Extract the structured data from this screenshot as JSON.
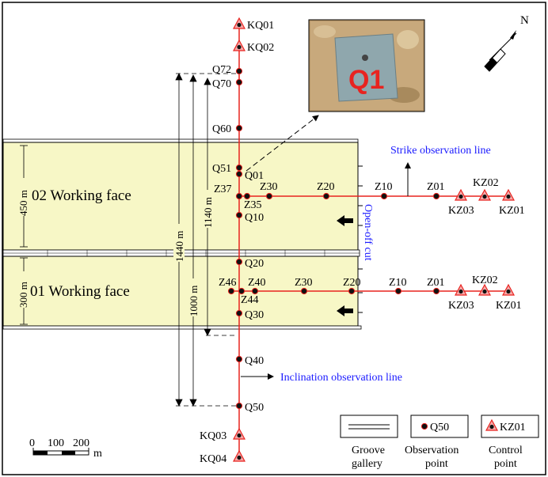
{
  "north_label": "N",
  "faces": {
    "face02": "02 Working face",
    "face01": "01 Working face"
  },
  "dimensions": {
    "d450": "450 m",
    "d300": "300 m",
    "d1440": "1440 m",
    "d1140": "1140 m",
    "d1000": "1000 m"
  },
  "annotations": {
    "strike_line": "Strike  observation line",
    "inclination_line": "Inclination  observation line",
    "open_off_cut": "Open-off cut"
  },
  "photo": {
    "plate_text": "Q1"
  },
  "scale_bar": {
    "ticks": [
      "0",
      "100",
      "200"
    ],
    "unit": "m"
  },
  "inclination_points": {
    "KQ01": "KQ01",
    "KQ02": "KQ02",
    "Q72": "Q72",
    "Q70": "Q70",
    "Q60": "Q60",
    "Q51": "Q51",
    "Q01": "Q01",
    "Q10": "Q10",
    "Q20": "Q20",
    "Q30": "Q30",
    "Q40": "Q40",
    "Q50": "Q50",
    "KQ03": "KQ03",
    "KQ04": "KQ04"
  },
  "strike02_points": {
    "Z37": "Z37",
    "Z35": "Z35",
    "Z30": "Z30",
    "Z20": "Z20",
    "Z10": "Z10",
    "Z01": "Z01",
    "KZ03": "KZ03",
    "KZ02": "KZ02",
    "KZ01": "KZ01"
  },
  "strike01_points": {
    "Z46": "Z46",
    "Z44": "Z44",
    "Z40": "Z40",
    "Z30": "Z30",
    "Z20": "Z20",
    "Z10": "Z10",
    "Z01": "Z01",
    "KZ03": "KZ03",
    "KZ02": "KZ02",
    "KZ01": "KZ01"
  },
  "legend": {
    "groove_line1": "Groove",
    "groove_line2": "gallery",
    "obs_sample": "Q50",
    "obs_line1": "Observation",
    "obs_line2": "point",
    "ctrl_sample": "KZ01",
    "ctrl_line1": "Control",
    "ctrl_line2": "point"
  },
  "colors": {
    "face_fill": "#f7f7c6",
    "line_red": "#e8231f",
    "point_fill": "#111111",
    "annotation_blue": "#1a1aff",
    "control_triangle": "#f7a8a8"
  }
}
